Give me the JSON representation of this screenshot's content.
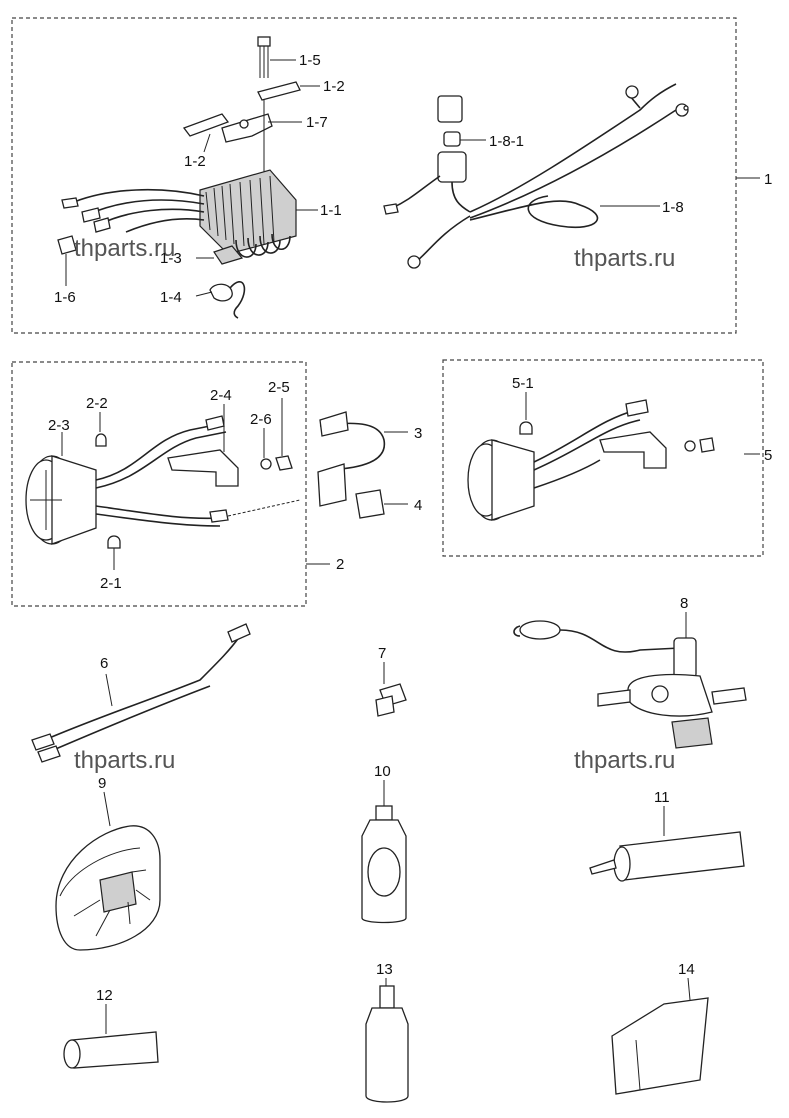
{
  "watermark": "thparts.ru",
  "callouts": {
    "c1": "1",
    "c1_1": "1-1",
    "c1_2a": "1-2",
    "c1_2b": "1-2",
    "c1_3": "1-3",
    "c1_4": "1-4",
    "c1_5": "1-5",
    "c1_6": "1-6",
    "c1_7": "1-7",
    "c1_8": "1-8",
    "c1_8_1": "1-8-1",
    "c2": "2",
    "c2_1": "2-1",
    "c2_2": "2-2",
    "c2_3": "2-3",
    "c2_4": "2-4",
    "c2_5": "2-5",
    "c2_6": "2-6",
    "c3": "3",
    "c4": "4",
    "c5": "5",
    "c5_1": "5-1",
    "c6": "6",
    "c7": "7",
    "c8": "8",
    "c9": "9",
    "c10": "10",
    "c11": "11",
    "c12": "12",
    "c13": "13",
    "c14": "14"
  }
}
